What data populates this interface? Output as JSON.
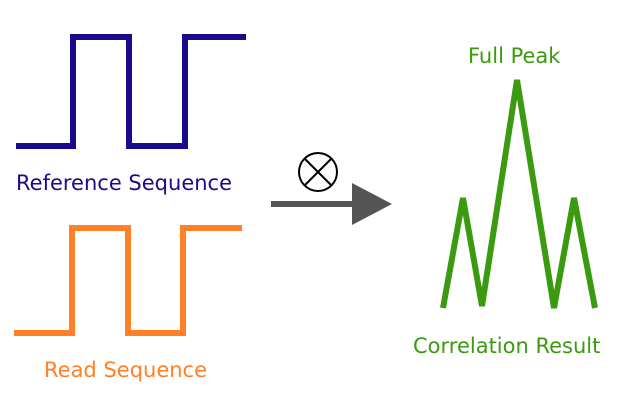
{
  "colors": {
    "reference": "#1a0a8c",
    "read": "#ff8027",
    "result": "#3a9a10",
    "arrow": "#555555",
    "operator": "#000000"
  },
  "labels": {
    "reference_sequence": "Reference Sequence",
    "read_sequence": "Read Sequence",
    "full_peak": "Full Peak",
    "correlation_result": "Correlation Result"
  },
  "operator": {
    "symbol": "⊗",
    "meaning": "correlation"
  },
  "icons": {
    "operator": "circled-times-icon",
    "arrow": "right-arrow-icon"
  }
}
